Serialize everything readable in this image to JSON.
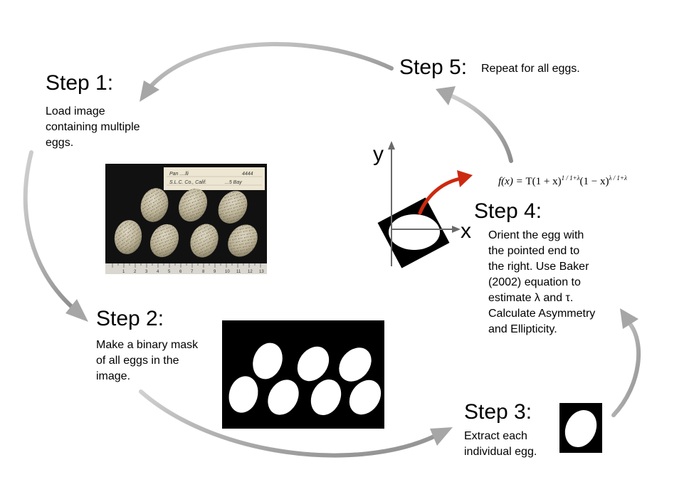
{
  "step1": {
    "title": "Step 1:",
    "desc": [
      "Load image",
      "containing multiple",
      "eggs."
    ],
    "label_text": [
      "Pan ....lli",
      "4444",
      "S.L.C. Co., Calif.",
      "...5 Bay"
    ],
    "ruler_numbers": [
      "1",
      "2",
      "3",
      "4",
      "5",
      "6",
      "7",
      "8",
      "9",
      "10",
      "11",
      "12",
      "13"
    ]
  },
  "step2": {
    "title": "Step 2:",
    "desc": [
      "Make a binary mask",
      "of all eggs in the",
      "image."
    ]
  },
  "step3": {
    "title": "Step 3:",
    "desc": [
      "Extract each",
      "individual egg."
    ]
  },
  "step4": {
    "title": "Step 4:",
    "desc": [
      "Orient the egg with",
      "the pointed end to",
      "the right. Use Baker",
      "(2002) equation to",
      "estimate λ and τ.",
      "Calculate Asymmetry",
      "and Ellipticity."
    ],
    "axis_x": "x",
    "axis_y": "y",
    "formula": {
      "lhs": "f(x) = ",
      "t": "T",
      "base1": "(1 + x)",
      "exp1": "1 / 1+λ",
      "base2": "(1 − x)",
      "exp2": "λ / 1+λ"
    }
  },
  "step5": {
    "title": "Step 5:",
    "desc": "Repeat for all eggs."
  },
  "colors": {
    "cycle_arrow": "#9a9a9a",
    "red_arrow": "#cc2a10",
    "egg_photo_bg": "#111111",
    "label_paper": "#ece6d2"
  }
}
